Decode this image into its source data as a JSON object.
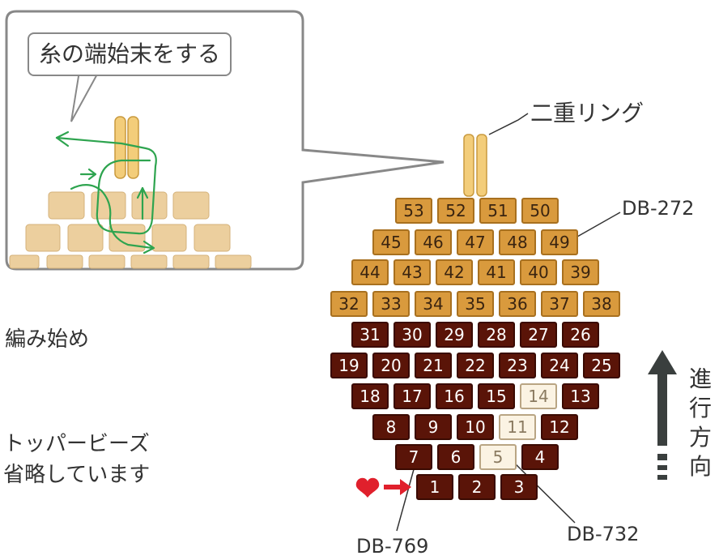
{
  "detail": {
    "caption": "糸の端始末をする"
  },
  "labels": {
    "start": "編み始め",
    "note_line1": "トッパービーズ",
    "note_line2": "省略しています",
    "double_ring": "二重リング",
    "direction": "進行方向"
  },
  "codes": {
    "light": "DB-272",
    "dark": "DB-769",
    "pale": "DB-732"
  },
  "colors": {
    "light_bead": "#d99a3d",
    "dark_bead": "#5a1408",
    "pale_bead": "#fbf3e3",
    "thread": "#2ea44f",
    "heart": "#e0202c",
    "arrow": "#3a3f3e",
    "ring": "#f3cd7a"
  },
  "icons": {
    "start_marker": "heart-icon",
    "start_arrow": "arrow-right-icon",
    "direction_arrow": "arrow-up-icon"
  },
  "beads": [
    {
      "n": "53",
      "c": "light"
    },
    {
      "n": "52",
      "c": "light"
    },
    {
      "n": "51",
      "c": "light"
    },
    {
      "n": "50",
      "c": "light"
    },
    {
      "n": "45",
      "c": "light"
    },
    {
      "n": "46",
      "c": "light"
    },
    {
      "n": "47",
      "c": "light"
    },
    {
      "n": "48",
      "c": "light"
    },
    {
      "n": "49",
      "c": "light"
    },
    {
      "n": "44",
      "c": "light"
    },
    {
      "n": "43",
      "c": "light"
    },
    {
      "n": "42",
      "c": "light"
    },
    {
      "n": "41",
      "c": "light"
    },
    {
      "n": "40",
      "c": "light"
    },
    {
      "n": "39",
      "c": "light"
    },
    {
      "n": "32",
      "c": "light"
    },
    {
      "n": "33",
      "c": "light"
    },
    {
      "n": "34",
      "c": "light"
    },
    {
      "n": "35",
      "c": "light"
    },
    {
      "n": "36",
      "c": "light"
    },
    {
      "n": "37",
      "c": "light"
    },
    {
      "n": "38",
      "c": "light"
    },
    {
      "n": "31",
      "c": "dark"
    },
    {
      "n": "30",
      "c": "dark"
    },
    {
      "n": "29",
      "c": "dark"
    },
    {
      "n": "28",
      "c": "dark"
    },
    {
      "n": "27",
      "c": "dark"
    },
    {
      "n": "26",
      "c": "dark"
    },
    {
      "n": "19",
      "c": "dark"
    },
    {
      "n": "20",
      "c": "dark"
    },
    {
      "n": "21",
      "c": "dark"
    },
    {
      "n": "22",
      "c": "dark"
    },
    {
      "n": "23",
      "c": "dark"
    },
    {
      "n": "24",
      "c": "dark"
    },
    {
      "n": "25",
      "c": "dark"
    },
    {
      "n": "18",
      "c": "dark"
    },
    {
      "n": "17",
      "c": "dark"
    },
    {
      "n": "16",
      "c": "dark"
    },
    {
      "n": "15",
      "c": "dark"
    },
    {
      "n": "14",
      "c": "pale"
    },
    {
      "n": "13",
      "c": "dark"
    },
    {
      "n": "8",
      "c": "dark"
    },
    {
      "n": "9",
      "c": "dark"
    },
    {
      "n": "10",
      "c": "dark"
    },
    {
      "n": "11",
      "c": "pale"
    },
    {
      "n": "12",
      "c": "dark"
    },
    {
      "n": "7",
      "c": "dark"
    },
    {
      "n": "6",
      "c": "dark"
    },
    {
      "n": "5",
      "c": "pale"
    },
    {
      "n": "4",
      "c": "dark"
    },
    {
      "n": "1",
      "c": "dark"
    },
    {
      "n": "2",
      "c": "dark"
    },
    {
      "n": "3",
      "c": "dark"
    }
  ]
}
